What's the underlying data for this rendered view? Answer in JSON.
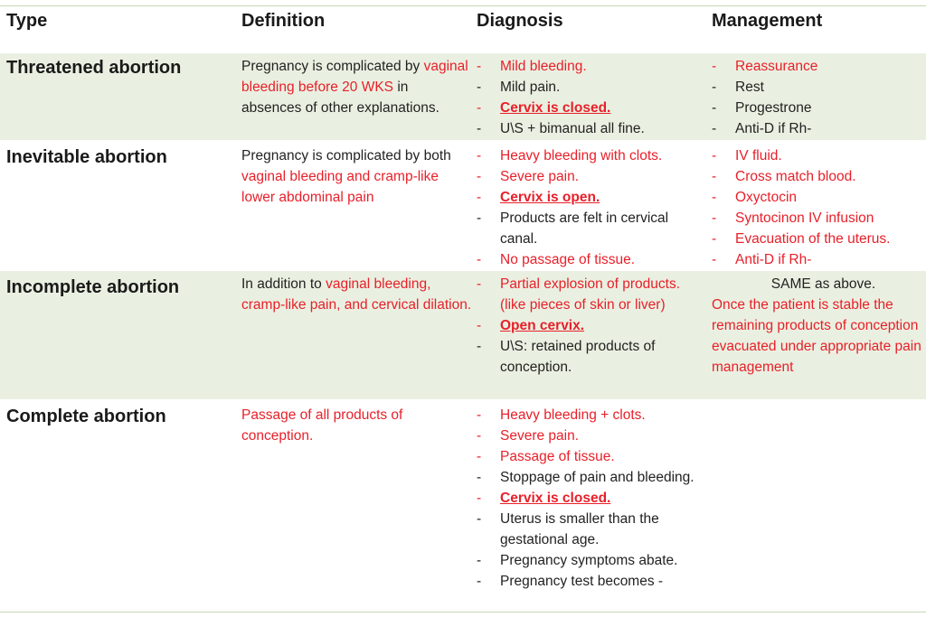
{
  "headers": [
    "Type",
    "Definition",
    "Diagnosis",
    "Management"
  ],
  "rows": [
    {
      "type": "Threatened abortion",
      "definition": [
        {
          "text": "Pregnancy is complicated by ",
          "color": "black"
        },
        {
          "text": "vaginal bleeding before 20 WKS",
          "color": "red"
        },
        {
          "text": " in absences of other explanations.",
          "color": "black"
        }
      ],
      "diagnosis": [
        {
          "text": "Mild bleeding.",
          "color": "red",
          "underline": false
        },
        {
          "text": "Mild pain.",
          "color": "black",
          "underline": false
        },
        {
          "text": "Cervix is closed.",
          "color": "red",
          "underline": true
        },
        {
          "text": "U\\S + bimanual all fine.",
          "color": "black",
          "underline": false
        }
      ],
      "management": [
        {
          "text": "Reassurance",
          "color": "red"
        },
        {
          "text": "Rest",
          "color": "black"
        },
        {
          "text": "Progestrone",
          "color": "black"
        },
        {
          "text": "Anti-D if Rh-",
          "color": "black"
        }
      ]
    },
    {
      "type": "Inevitable abortion",
      "definition": [
        {
          "text": "Pregnancy is complicated by both ",
          "color": "black"
        },
        {
          "text": "vaginal bleeding and cramp-like lower abdominal pain",
          "color": "red"
        }
      ],
      "diagnosis": [
        {
          "text": "Heavy bleeding with clots.",
          "color": "red",
          "underline": false
        },
        {
          "text": "Severe pain.",
          "color": "red",
          "underline": false
        },
        {
          "text": "Cervix is open.",
          "color": "red",
          "underline": true
        },
        {
          "text": "Products are felt in cervical canal.",
          "color": "black",
          "underline": false
        },
        {
          "text": "No passage of tissue.",
          "color": "red",
          "underline": false
        }
      ],
      "management": [
        {
          "text": "IV fluid.",
          "color": "red"
        },
        {
          "text": "Cross match blood.",
          "color": "red"
        },
        {
          "text": "Oxyctocin",
          "color": "red"
        },
        {
          "text": "Syntocinon IV infusion",
          "color": "red"
        },
        {
          "text": "Evacuation of the uterus.",
          "color": "red"
        },
        {
          "text": "Anti-D if Rh-",
          "color": "red"
        }
      ]
    },
    {
      "type": "Incomplete abortion",
      "definition": [
        {
          "text": "In addition to ",
          "color": "black"
        },
        {
          "text": "vaginal bleeding, cramp-like pain, and cervical dilation.",
          "color": "red"
        }
      ],
      "diagnosis": [
        {
          "text": "Partial explosion of products. (like pieces of skin or liver)",
          "color": "red",
          "underline": false
        },
        {
          "text": "Open cervix.",
          "color": "red",
          "underline": true
        },
        {
          "text": "U\\S: retained products of conception.",
          "color": "black",
          "underline": false
        }
      ],
      "management_text": {
        "line1": "SAME as above.",
        "line2": "Once the patient is stable the remaining products of conception evacuated under appropriate pain management"
      }
    },
    {
      "type": "Complete abortion",
      "definition": [
        {
          "text": "Passage of all products of conception.",
          "color": "red"
        }
      ],
      "diagnosis": [
        {
          "text": "Heavy bleeding + clots.",
          "color": "red",
          "underline": false
        },
        {
          "text": "Severe pain.",
          "color": "red",
          "underline": false
        },
        {
          "text": "Passage of tissue.",
          "color": "red",
          "underline": false
        },
        {
          "text": "Stoppage of pain and bleeding.",
          "color": "black",
          "underline": false
        },
        {
          "text": "Cervix is closed.",
          "color": "red",
          "underline": true
        },
        {
          "text": "Uterus is smaller than the gestational age.",
          "color": "black",
          "underline": false
        },
        {
          "text": "Pregnancy symptoms abate.",
          "color": "black",
          "underline": false
        },
        {
          "text": "Pregnancy test becomes -",
          "color": "black",
          "underline": false
        }
      ]
    }
  ],
  "bullet": "-",
  "colors": {
    "red": "#e8202a",
    "shade": "#eaf0e1",
    "rule": "#c7d6b3"
  }
}
